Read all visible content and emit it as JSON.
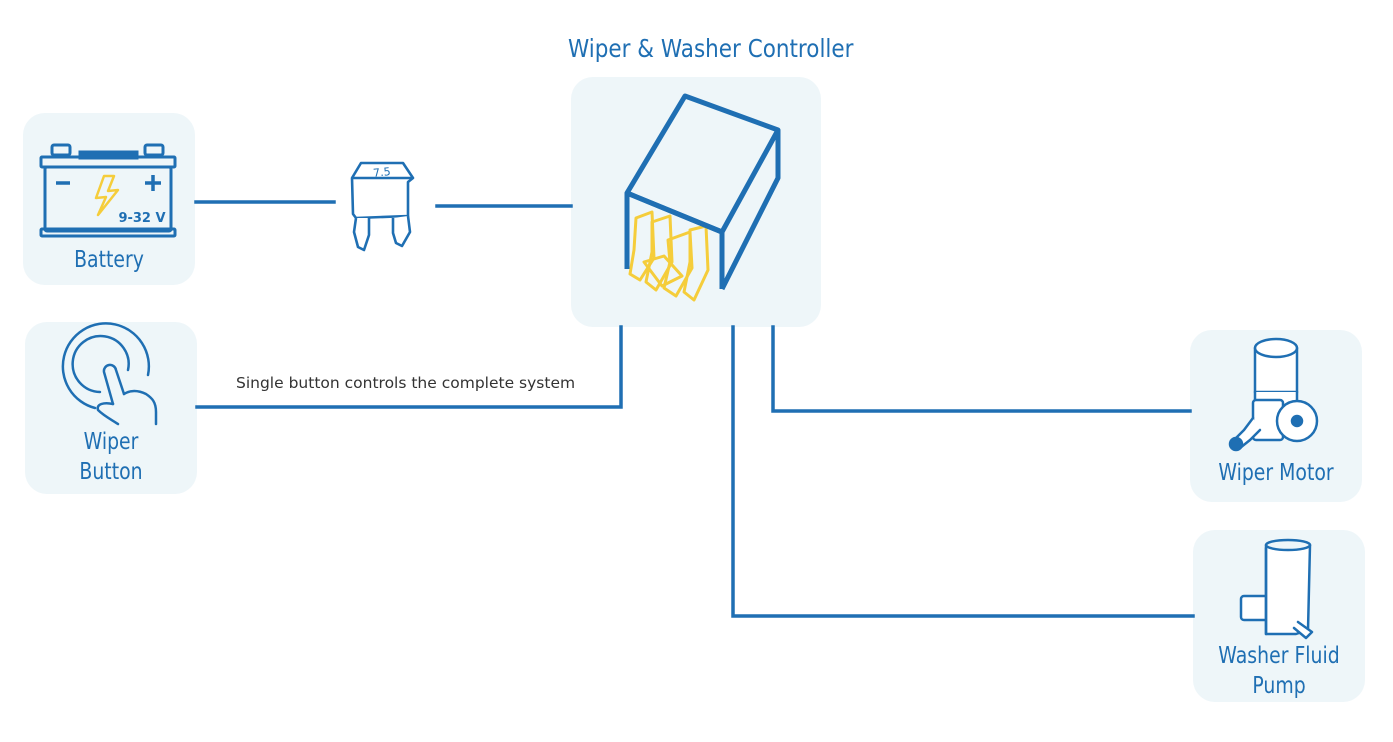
{
  "controller": {
    "title": "Wiper & Washer Controller"
  },
  "battery": {
    "label": "Battery",
    "voltage": "9-32 V",
    "minus": "−",
    "plus": "+"
  },
  "fuse": {
    "rating": "7.5"
  },
  "wiper_button": {
    "label_line1": "Wiper",
    "label_line2": "Button",
    "caption": "Single button controls the complete system"
  },
  "wiper_motor": {
    "label": "Wiper Motor"
  },
  "washer_pump": {
    "label_line1": "Washer Fluid",
    "label_line2": "Pump"
  },
  "colors": {
    "wire": "#1f6fb3",
    "card": "#eef6f9",
    "accent": "#f5cd3b",
    "text": "#333333"
  }
}
